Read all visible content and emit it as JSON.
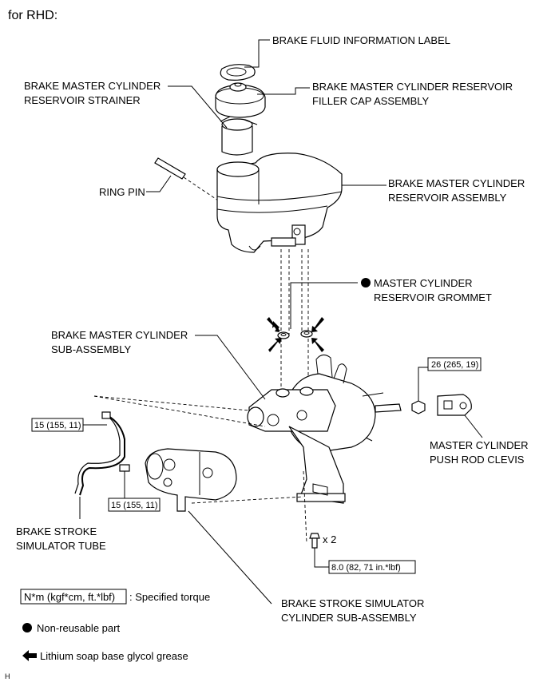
{
  "header": {
    "title": "for RHD:"
  },
  "labels": {
    "fluid_label": "BRAKE FLUID INFORMATION LABEL",
    "strainer_1": "BRAKE MASTER CYLINDER",
    "strainer_2": "RESERVOIR STRAINER",
    "filler_cap_1": "BRAKE MASTER CYLINDER RESERVOIR",
    "filler_cap_2": "FILLER CAP ASSEMBLY",
    "ring_pin": "RING PIN",
    "reservoir_1": "BRAKE MASTER CYLINDER",
    "reservoir_2": "RESERVOIR ASSEMBLY",
    "grommet_1": "MASTER CYLINDER",
    "grommet_2": "RESERVOIR GROMMET",
    "master_cyl_1": "BRAKE MASTER CYLINDER",
    "master_cyl_2": "SUB-ASSEMBLY",
    "clevis_1": "MASTER CYLINDER",
    "clevis_2": "PUSH ROD CLEVIS",
    "sim_tube_1": "BRAKE STROKE",
    "sim_tube_2": "SIMULATOR TUBE",
    "sim_cyl_1": "BRAKE STROKE SIMULATOR",
    "sim_cyl_2": "CYLINDER SUB-ASSEMBLY",
    "qty": "x 2"
  },
  "torques": {
    "clevis_nut": "26 (265, 19)",
    "tube_top": "15 (155, 11)",
    "tube_bottom": "15 (155, 11)",
    "bolt": "8.0 (82, 71 in.*lbf)"
  },
  "legend": {
    "torque_unit": "N*m (kgf*cm, ft.*lbf)",
    "torque_text": ": Specified torque",
    "nonreusable": "Non-reusable part",
    "grease": "Lithium soap base glycol grease"
  },
  "footer": {
    "code": "H"
  }
}
